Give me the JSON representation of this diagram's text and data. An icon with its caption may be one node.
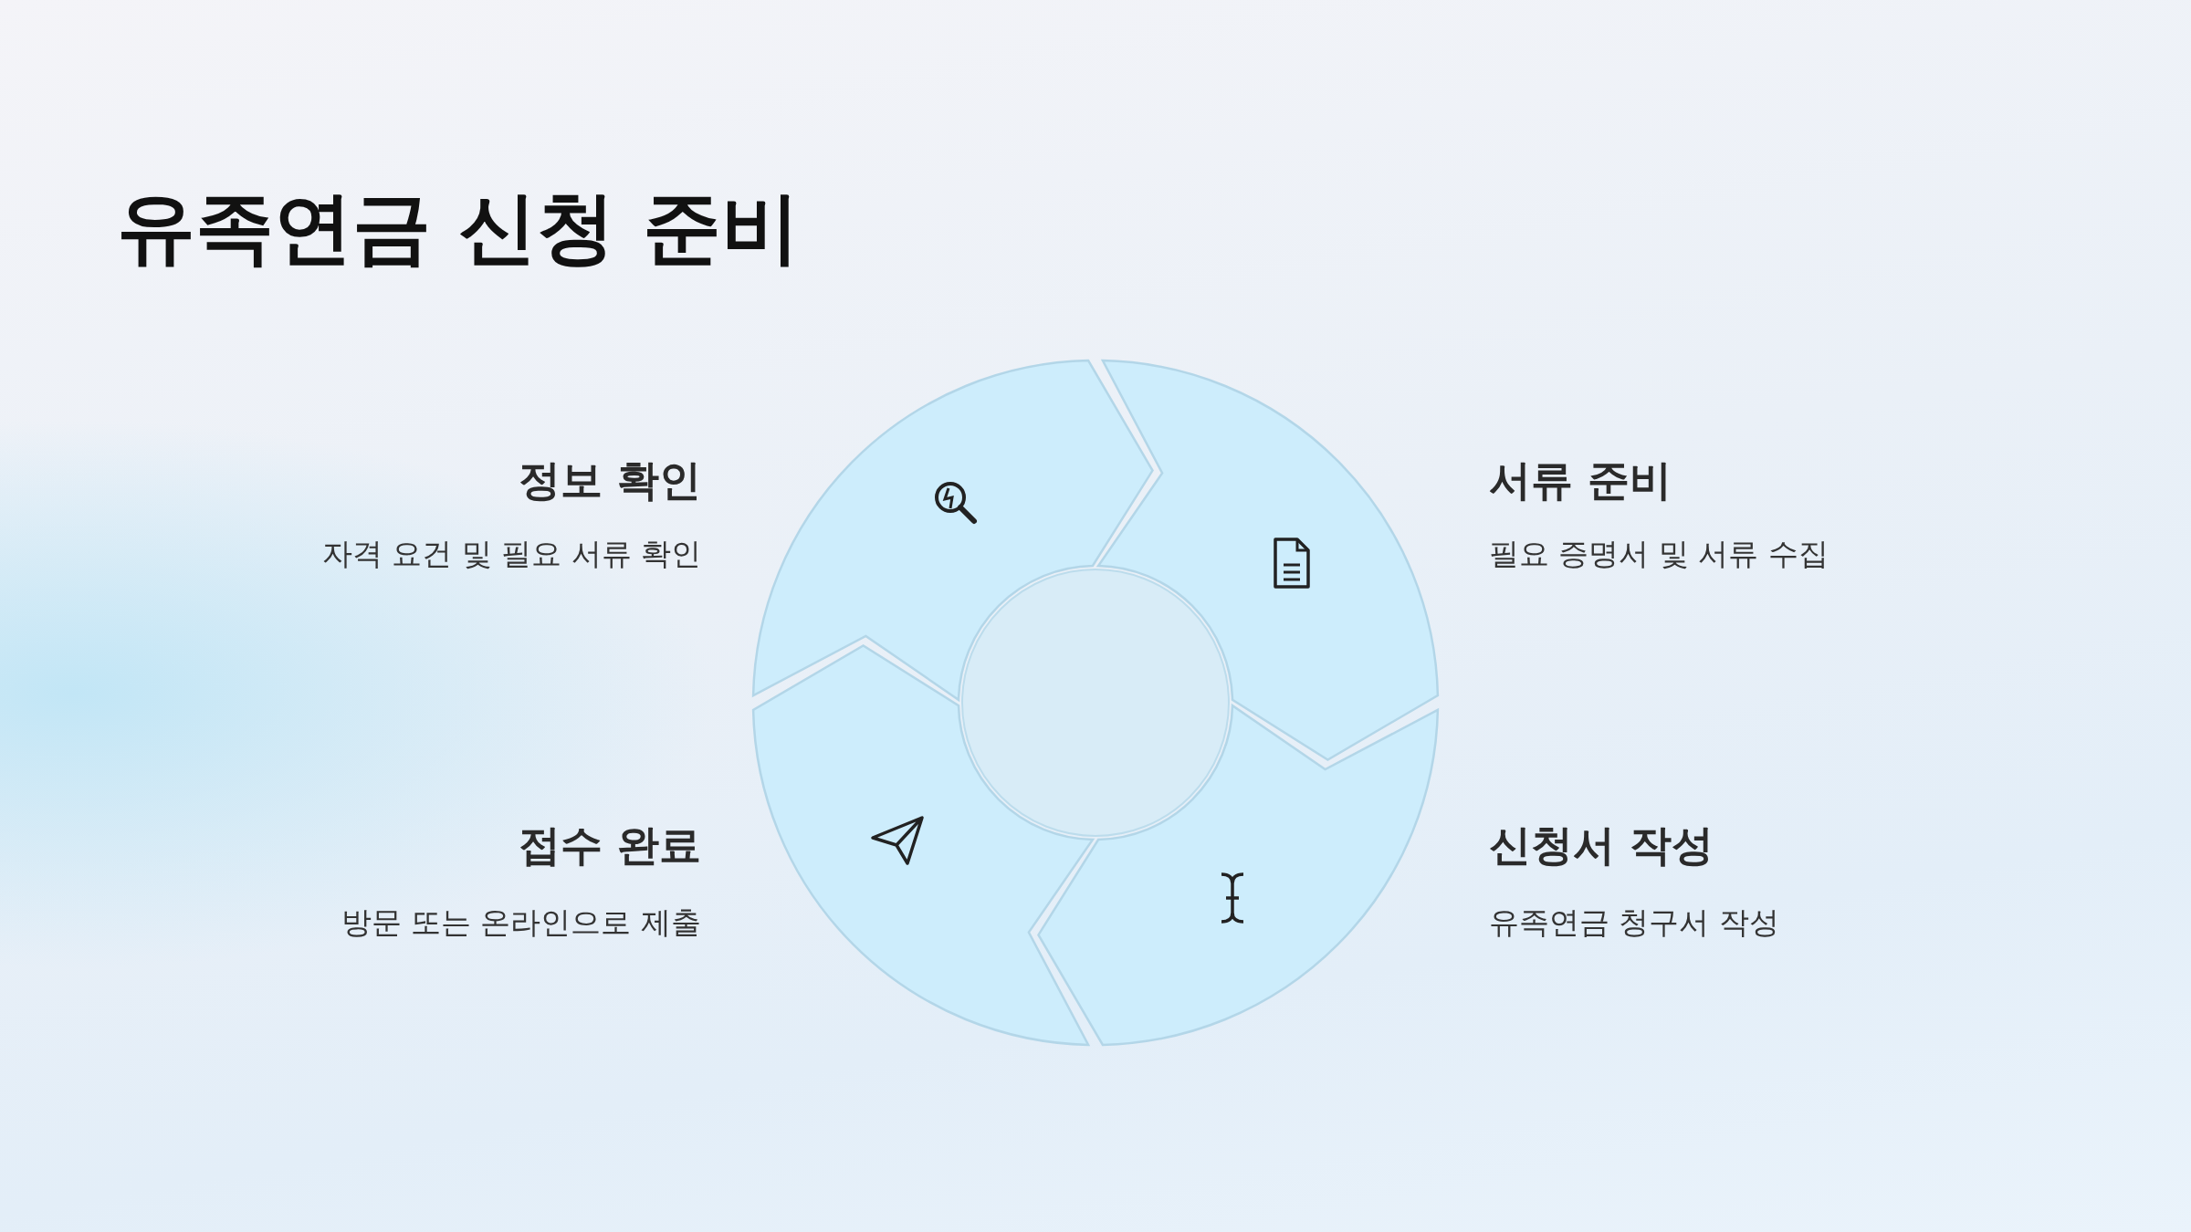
{
  "diagram": {
    "title": "유족연금 신청 준비",
    "labels": [
      "정보 확인",
      "자격 요건 및 필요 서류 확인",
      "서류 준비",
      "필요 증명서 및 서류 수집",
      "접수 완료",
      "방문 또는 온라인으로 제출",
      "신청서 작성",
      "유족연금 청구서 작성"
    ]
  }
}
